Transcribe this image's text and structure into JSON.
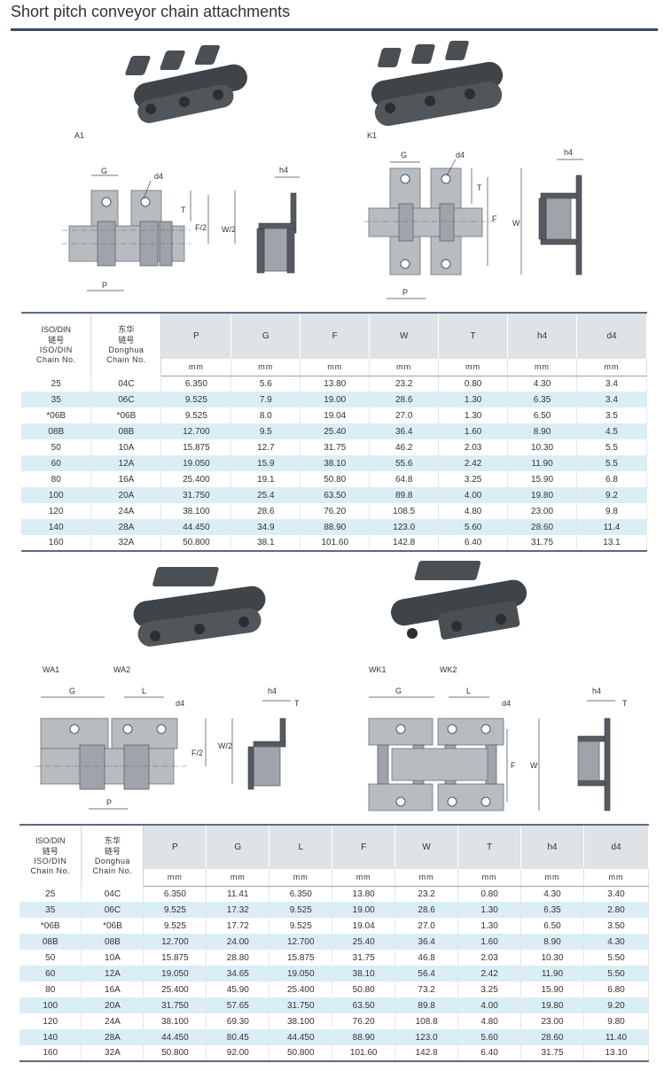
{
  "page": {
    "title": "Short pitch conveyor chain attachments"
  },
  "figures": {
    "top_left_label": "A1",
    "top_right_label": "K1",
    "bottom_left_labels": [
      "WA1",
      "WA2"
    ],
    "bottom_right_labels": [
      "WK1",
      "WK2"
    ],
    "dims": {
      "g": "G",
      "d4": "d4",
      "t": "T",
      "f2": "F/2",
      "w2": "W/2",
      "f": "F",
      "w": "W",
      "h4": "h4",
      "p": "P",
      "l": "L"
    }
  },
  "table1": {
    "head": {
      "c1_cn": "ISO/DIN",
      "c1_cn2": "链号",
      "c1_en": "ISO/DIN",
      "c1_en2": "Chain No.",
      "c2_cn": "东华",
      "c2_cn2": "链号",
      "c2_en": "Donghua",
      "c2_en2": "Chain No.",
      "cols": [
        "P",
        "G",
        "F",
        "W",
        "T",
        "h4",
        "d4"
      ],
      "unit": "mm"
    },
    "rows": [
      [
        "25",
        "04C",
        "6.350",
        "5.6",
        "13.80",
        "23.2",
        "0.80",
        "4.30",
        "3.4"
      ],
      [
        "35",
        "06C",
        "9.525",
        "7.9",
        "19.00",
        "28.6",
        "1.30",
        "6.35",
        "3.4"
      ],
      [
        "*06B",
        "*06B",
        "9.525",
        "8.0",
        "19.04",
        "27.0",
        "1.30",
        "6.50",
        "3.5"
      ],
      [
        "08B",
        "08B",
        "12.700",
        "9.5",
        "25.40",
        "36.4",
        "1.60",
        "8.90",
        "4.5"
      ],
      [
        "50",
        "10A",
        "15.875",
        "12.7",
        "31.75",
        "46.2",
        "2.03",
        "10.30",
        "5.5"
      ],
      [
        "60",
        "12A",
        "19.050",
        "15.9",
        "38.10",
        "55.6",
        "2.42",
        "11.90",
        "5.5"
      ],
      [
        "80",
        "16A",
        "25.400",
        "19.1",
        "50.80",
        "64.8",
        "3.25",
        "15.90",
        "6.8"
      ],
      [
        "100",
        "20A",
        "31.750",
        "25.4",
        "63.50",
        "89.8",
        "4.00",
        "19.80",
        "9.2"
      ],
      [
        "120",
        "24A",
        "38.100",
        "28.6",
        "76.20",
        "108.5",
        "4.80",
        "23.00",
        "9.8"
      ],
      [
        "140",
        "28A",
        "44.450",
        "34.9",
        "88.90",
        "123.0",
        "5.60",
        "28.60",
        "11.4"
      ],
      [
        "160",
        "32A",
        "50.800",
        "38.1",
        "101.60",
        "142.8",
        "6.40",
        "31.75",
        "13.1"
      ]
    ]
  },
  "table2": {
    "head": {
      "c1_cn": "ISO/DIN",
      "c1_cn2": "链号",
      "c1_en": "ISO/DIN",
      "c1_en2": "Chain No.",
      "c2_cn": "东华",
      "c2_cn2": "链号",
      "c2_en": "Donghua",
      "c2_en2": "Chain No.",
      "cols": [
        "P",
        "G",
        "L",
        "F",
        "W",
        "T",
        "h4",
        "d4"
      ],
      "unit": "mm"
    },
    "rows": [
      [
        "25",
        "04C",
        "6.350",
        "11.41",
        "6.350",
        "13.80",
        "23.2",
        "0.80",
        "4.30",
        "3.40"
      ],
      [
        "35",
        "06C",
        "9.525",
        "17.32",
        "9.525",
        "19.00",
        "28.6",
        "1.30",
        "6.35",
        "2.80"
      ],
      [
        "*06B",
        "*06B",
        "9.525",
        "17.72",
        "9.525",
        "19.04",
        "27.0",
        "1.30",
        "6.50",
        "3.50"
      ],
      [
        "08B",
        "08B",
        "12.700",
        "24.00",
        "12.700",
        "25.40",
        "36.4",
        "1.60",
        "8.90",
        "4.30"
      ],
      [
        "50",
        "10A",
        "15.875",
        "28.80",
        "15.875",
        "31.75",
        "46.8",
        "2.03",
        "10.30",
        "5.50"
      ],
      [
        "60",
        "12A",
        "19.050",
        "34.65",
        "19.050",
        "38.10",
        "56.4",
        "2.42",
        "11.90",
        "5.50"
      ],
      [
        "80",
        "16A",
        "25.400",
        "45.90",
        "25.400",
        "50.80",
        "73.2",
        "3.25",
        "15.90",
        "6.80"
      ],
      [
        "100",
        "20A",
        "31.750",
        "57.65",
        "31.750",
        "63.50",
        "89.8",
        "4.00",
        "19.80",
        "9.20"
      ],
      [
        "120",
        "24A",
        "38.100",
        "69.30",
        "38.100",
        "76.20",
        "108.8",
        "4.80",
        "23.00",
        "9.80"
      ],
      [
        "140",
        "28A",
        "44.450",
        "80.45",
        "44.450",
        "88.90",
        "123.0",
        "5.60",
        "28.60",
        "11.40"
      ],
      [
        "160",
        "32A",
        "50.800",
        "92.00",
        "50.800",
        "101.60",
        "142.8",
        "6.40",
        "31.75",
        "13.10"
      ]
    ]
  }
}
